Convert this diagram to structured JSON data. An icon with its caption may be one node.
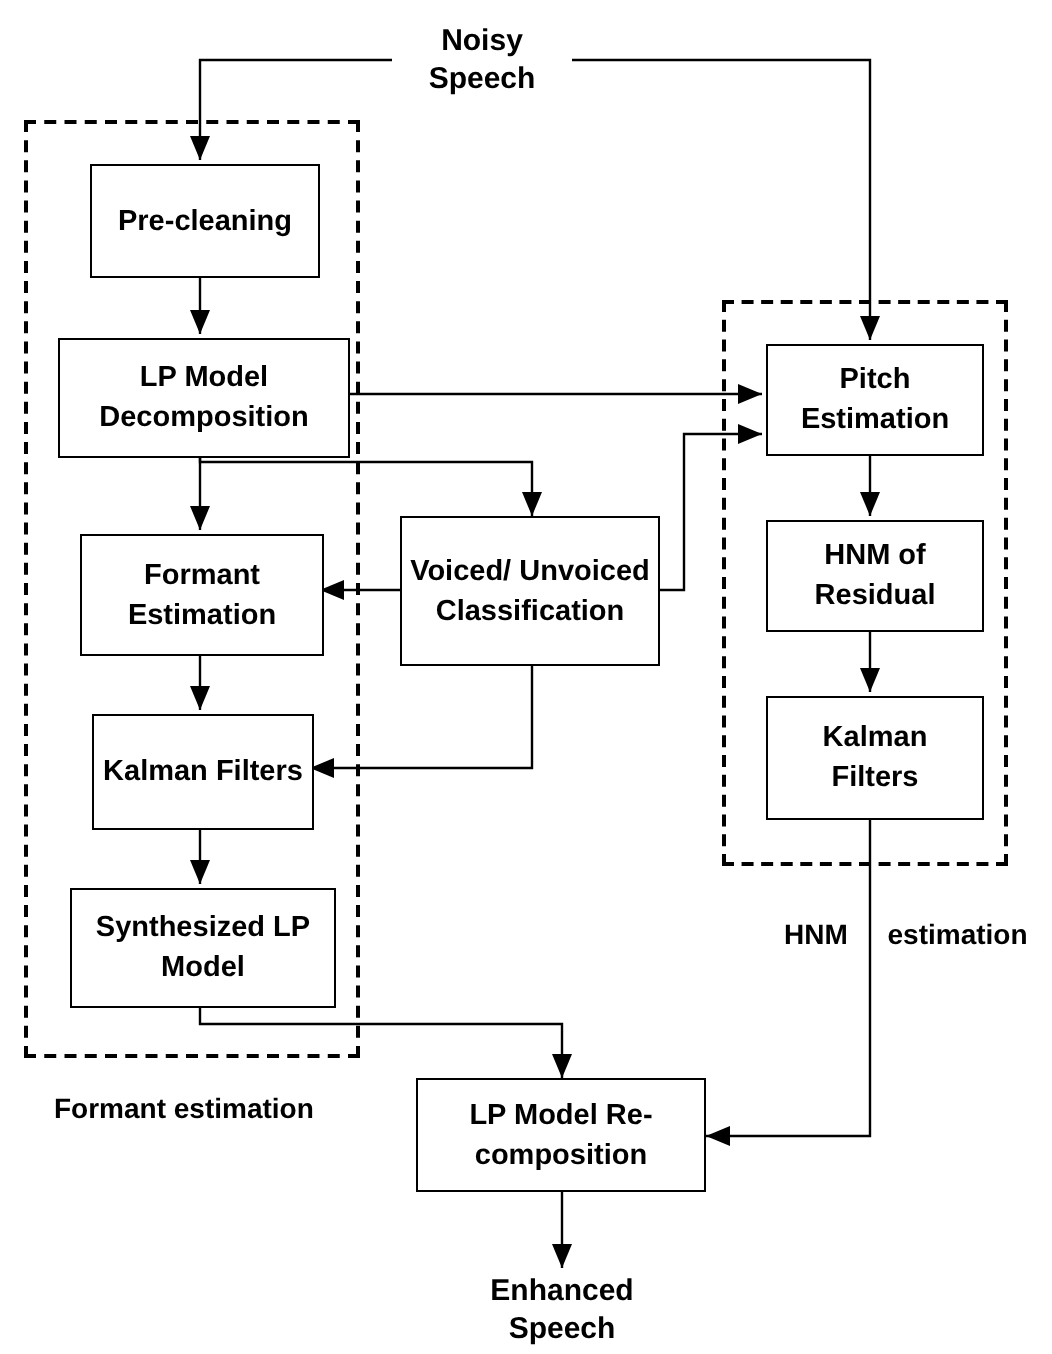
{
  "diagram": {
    "nodes": [
      {
        "text": [
          "Noisy Speech"
        ]
      },
      {
        "text": [
          "Formant estimation"
        ]
      },
      {
        "text": [
          "Pre-cleaning"
        ],
        "in": 1
      },
      {
        "text": [
          "LP Model Decomposition"
        ],
        "in": 1
      },
      {
        "text": [
          "Formant Estimation"
        ],
        "in": 1
      },
      {
        "text": [
          "Kalman Filters"
        ],
        "in": 1
      },
      {
        "text": [
          "Synthesized LP Model"
        ],
        "in": 1
      },
      {
        "text": [
          "Voiced/ Unvoiced Classification"
        ]
      },
      {
        "text": [
          "HNM estimation"
        ]
      },
      {
        "text": [
          "Pitch Estimation"
        ],
        "in": 8
      },
      {
        "text": [
          "HNM of Residual"
        ],
        "in": 8
      },
      {
        "text": [
          "Kalman Filters"
        ],
        "in": 8
      },
      {
        "text": [
          "LP Model Re-composition"
        ]
      },
      {
        "text": [
          "Enhanced Speech"
        ]
      }
    ],
    "edges": [
      {
        "from": 0,
        "to": 2,
        "arrow": "to"
      },
      {
        "from": 0,
        "to": 9,
        "arrow": "to"
      },
      {
        "from": 2,
        "to": 3,
        "arrow": "to"
      },
      {
        "from": 3,
        "to": 9,
        "arrow": "to"
      },
      {
        "from": 3,
        "to": 4,
        "arrow": "to"
      },
      {
        "from": 3,
        "to": 7,
        "arrow": "to"
      },
      {
        "from": 7,
        "to": 4,
        "arrow": "to"
      },
      {
        "from": 7,
        "to": 9,
        "arrow": "to"
      },
      {
        "from": 7,
        "to": 5,
        "arrow": "to"
      },
      {
        "from": 4,
        "to": 5,
        "arrow": "to"
      },
      {
        "from": 5,
        "to": 6,
        "arrow": "to"
      },
      {
        "from": 9,
        "to": 10,
        "arrow": "to"
      },
      {
        "from": 10,
        "to": 11,
        "arrow": "to"
      },
      {
        "from": 11,
        "to": 12,
        "arrow": "to"
      },
      {
        "from": 6,
        "to": 12,
        "arrow": "to"
      },
      {
        "from": 12,
        "to": 13,
        "arrow": "to"
      }
    ]
  }
}
